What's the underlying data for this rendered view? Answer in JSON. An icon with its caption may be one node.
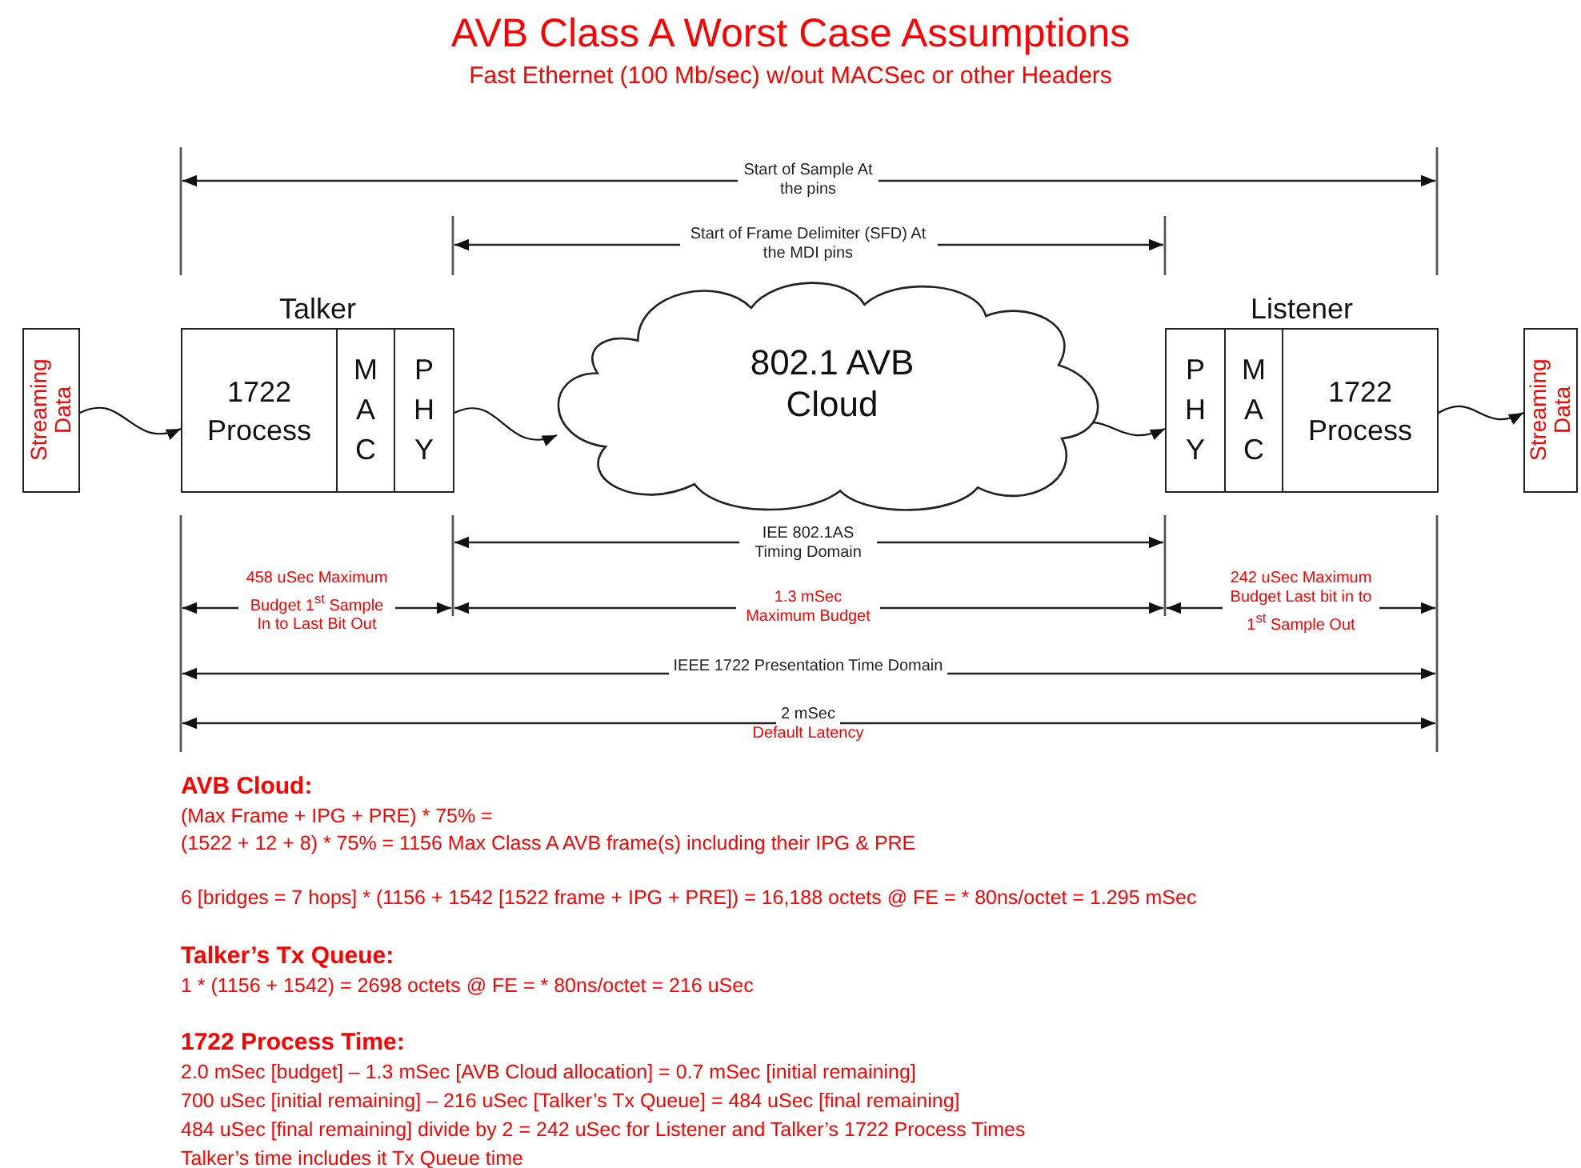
{
  "diagram": {
    "title": "AVB Class A Worst Case Assumptions",
    "nodes": [
      {
        "text": [
          "Streaming Data"
        ]
      },
      {
        "text": [
          "Talker"
        ]
      },
      {
        "text": [
          "1722 Process"
        ],
        "in": 1
      },
      {
        "text": [
          "M A C"
        ],
        "in": 1
      },
      {
        "text": [
          "P H Y"
        ],
        "in": 1
      },
      {
        "text": [
          "802.1 AVB Cloud"
        ]
      },
      {
        "text": [
          "Listener"
        ]
      },
      {
        "text": [
          "P H Y"
        ],
        "in": 6
      },
      {
        "text": [
          "M A C"
        ],
        "in": 6
      },
      {
        "text": [
          "1722 Process"
        ],
        "in": 6
      },
      {
        "text": [
          "Streaming Data"
        ]
      }
    ],
    "edges": [
      {
        "from": 0,
        "to": 2,
        "arrow": "to"
      },
      {
        "from": 4,
        "to": 5,
        "arrow": "to"
      },
      {
        "from": 5,
        "to": 7,
        "arrow": "to"
      },
      {
        "from": 9,
        "to": 10,
        "arrow": "to"
      }
    ],
    "labels": [
      "Fast Ethernet (100 Mb/sec) w/out MACSec or other Headers",
      "Start of Sample At the pins",
      "Start of Frame Delimiter (SFD) At the MDI pins",
      "IEE 802.1AS Timing Domain",
      "458 uSec Maximum Budget 1$^{st}$ Sample In to Last Bit Out",
      "1.3 mSec Maximum Budget",
      "242 uSec Maximum Budget Last bit in to 1$^{st}$ Sample Out",
      "IEEE 1722 Presentation Time Domain",
      "2 mSec",
      "Default Latency",
      "AVB Cloud:",
      "(Max Frame + IPG + PRE) * 75% =",
      "(1522 + 12 + 8) * 75% = 1156 Max Class A AVB frame(s) including their IPG & PRE",
      "6 [bridges = 7 hops] * (1156 + 1542 [1522 frame + IPG + PRE]) = 16,188 octets @ FE = * 80ns/octet = 1.295 mSec",
      "Talker’s Tx Queue:",
      "1 * (1156 + 1542) = 2698 octets @ FE = * 80ns/octet = 216 uSec",
      "1722 Process Time:",
      "2.0 mSec [budget] – 1.3 mSec [AVB Cloud allocation] = 0.7 mSec [initial remaining]",
      "700 uSec [initial remaining] – 216 uSec [Talker’s Tx Queue] = 484 uSec [final remaining]",
      "484 uSec [final remaining] divide by 2 = 242 uSec for Listener and Talker’s 1722 Process Times",
      "Talker’s time includes it Tx Queue time"
    ]
  }
}
